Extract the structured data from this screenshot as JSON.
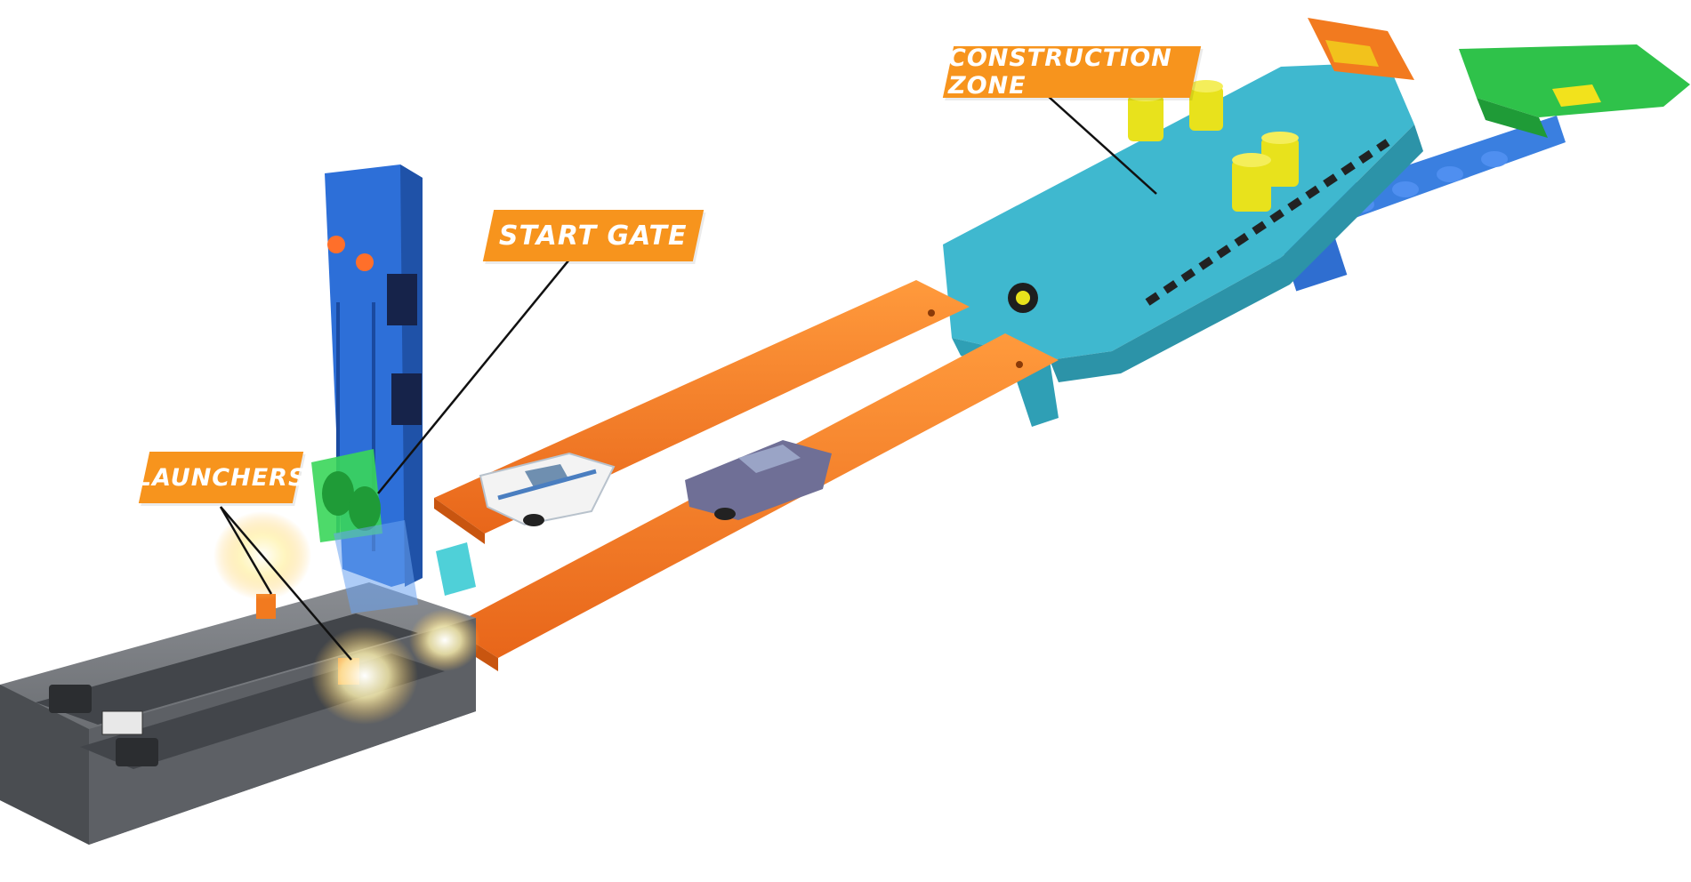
{
  "image": {
    "subject": "toy-race-track-set",
    "background": "#ffffff"
  },
  "callouts": {
    "launchers": "LAUNCHERS",
    "start_gate": "START GATE",
    "construction_zone": "CONSTRUCTION ZONE"
  },
  "colors": {
    "callout_orange": "#f7941d",
    "track_orange": "#f47a1f",
    "base_gray": "#6b6e73",
    "tower_blue": "#2d6fd8",
    "ramp_teal": "#3fb8cf",
    "exit_green": "#2fc24a",
    "barrel_yellow": "#e8e21c"
  },
  "icons": [
    "launcher-icon",
    "start-gate-icon",
    "car-icon",
    "barrel-icon",
    "ramp-icon"
  ]
}
